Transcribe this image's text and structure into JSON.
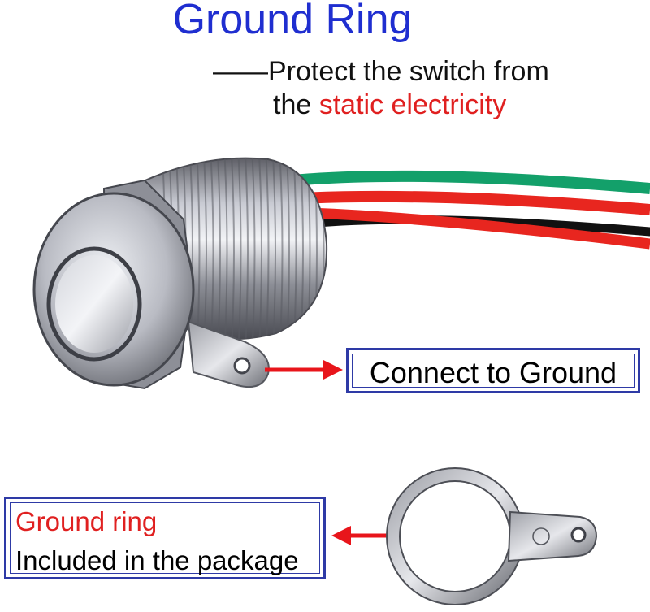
{
  "title": "Ground Ring",
  "subtitle": {
    "line1": "——Protect the switch from",
    "line2_prefix": "the ",
    "line2_highlight": "static electricity"
  },
  "callouts": {
    "connect": "Connect to Ground",
    "package_title": "Ground ring",
    "package_note": "Included in the package"
  },
  "colors": {
    "title": "#1f2ed0",
    "highlight": "#e02020",
    "box_border": "#2e3aa6",
    "arrow": "#e8151b",
    "wire_green": "#13a06a",
    "wire_red": "#e8261f",
    "wire_black": "#111111"
  },
  "icons": {
    "switch": "push-button-switch-image",
    "ring": "ground-ring-image",
    "arrow": "left-pointing-arrow"
  }
}
